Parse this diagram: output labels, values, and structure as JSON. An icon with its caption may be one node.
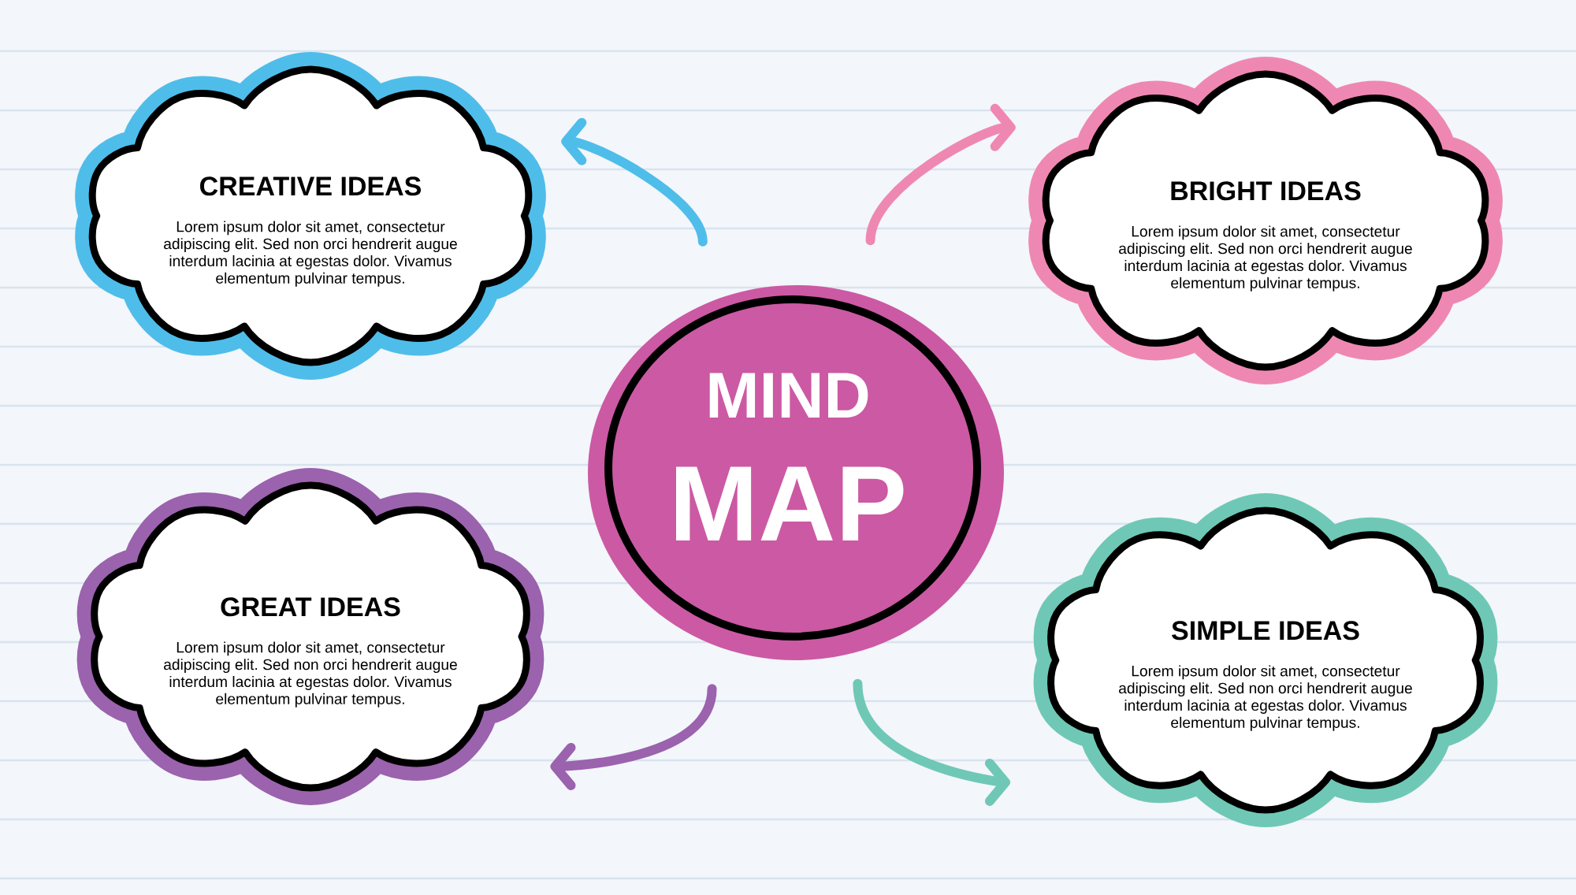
{
  "diagram": {
    "nodes": [
      {
        "text": [
          "CREATIVE IDEAS",
          "Lorem ipsum dolor sit amet, consectetur adipiscing elit. Sed non orci hendrerit augue interdum lacinia at egestas dolor. Vivamus elementum pulvinar tempus."
        ]
      },
      {
        "text": [
          "BRIGHT IDEAS",
          "Lorem ipsum dolor sit amet, consectetur adipiscing elit. Sed non orci hendrerit augue interdum lacinia at egestas dolor. Vivamus elementum pulvinar tempus."
        ]
      },
      {
        "text": [
          "MIND",
          "MAP"
        ]
      },
      {
        "text": [
          "GREAT IDEAS",
          "Lorem ipsum dolor sit amet, consectetur adipiscing elit. Sed non orci hendrerit augue interdum lacinia at egestas dolor. Vivamus elementum pulvinar tempus."
        ]
      },
      {
        "text": [
          "SIMPLE IDEAS",
          "Lorem ipsum dolor sit amet, consectetur adipiscing elit. Sed non orci hendrerit augue interdum lacinia at egestas dolor. Vivamus elementum pulvinar tempus."
        ]
      }
    ],
    "edges": [
      {
        "from": 2,
        "to": 0,
        "arrow": "to",
        "color": "#4fbdea"
      },
      {
        "from": 2,
        "to": 1,
        "arrow": "to",
        "color": "#ee88b2"
      },
      {
        "from": 2,
        "to": 3,
        "arrow": "to",
        "color": "#9b62ad"
      },
      {
        "from": 2,
        "to": 4,
        "arrow": "to",
        "color": "#6fc8b6"
      }
    ]
  }
}
